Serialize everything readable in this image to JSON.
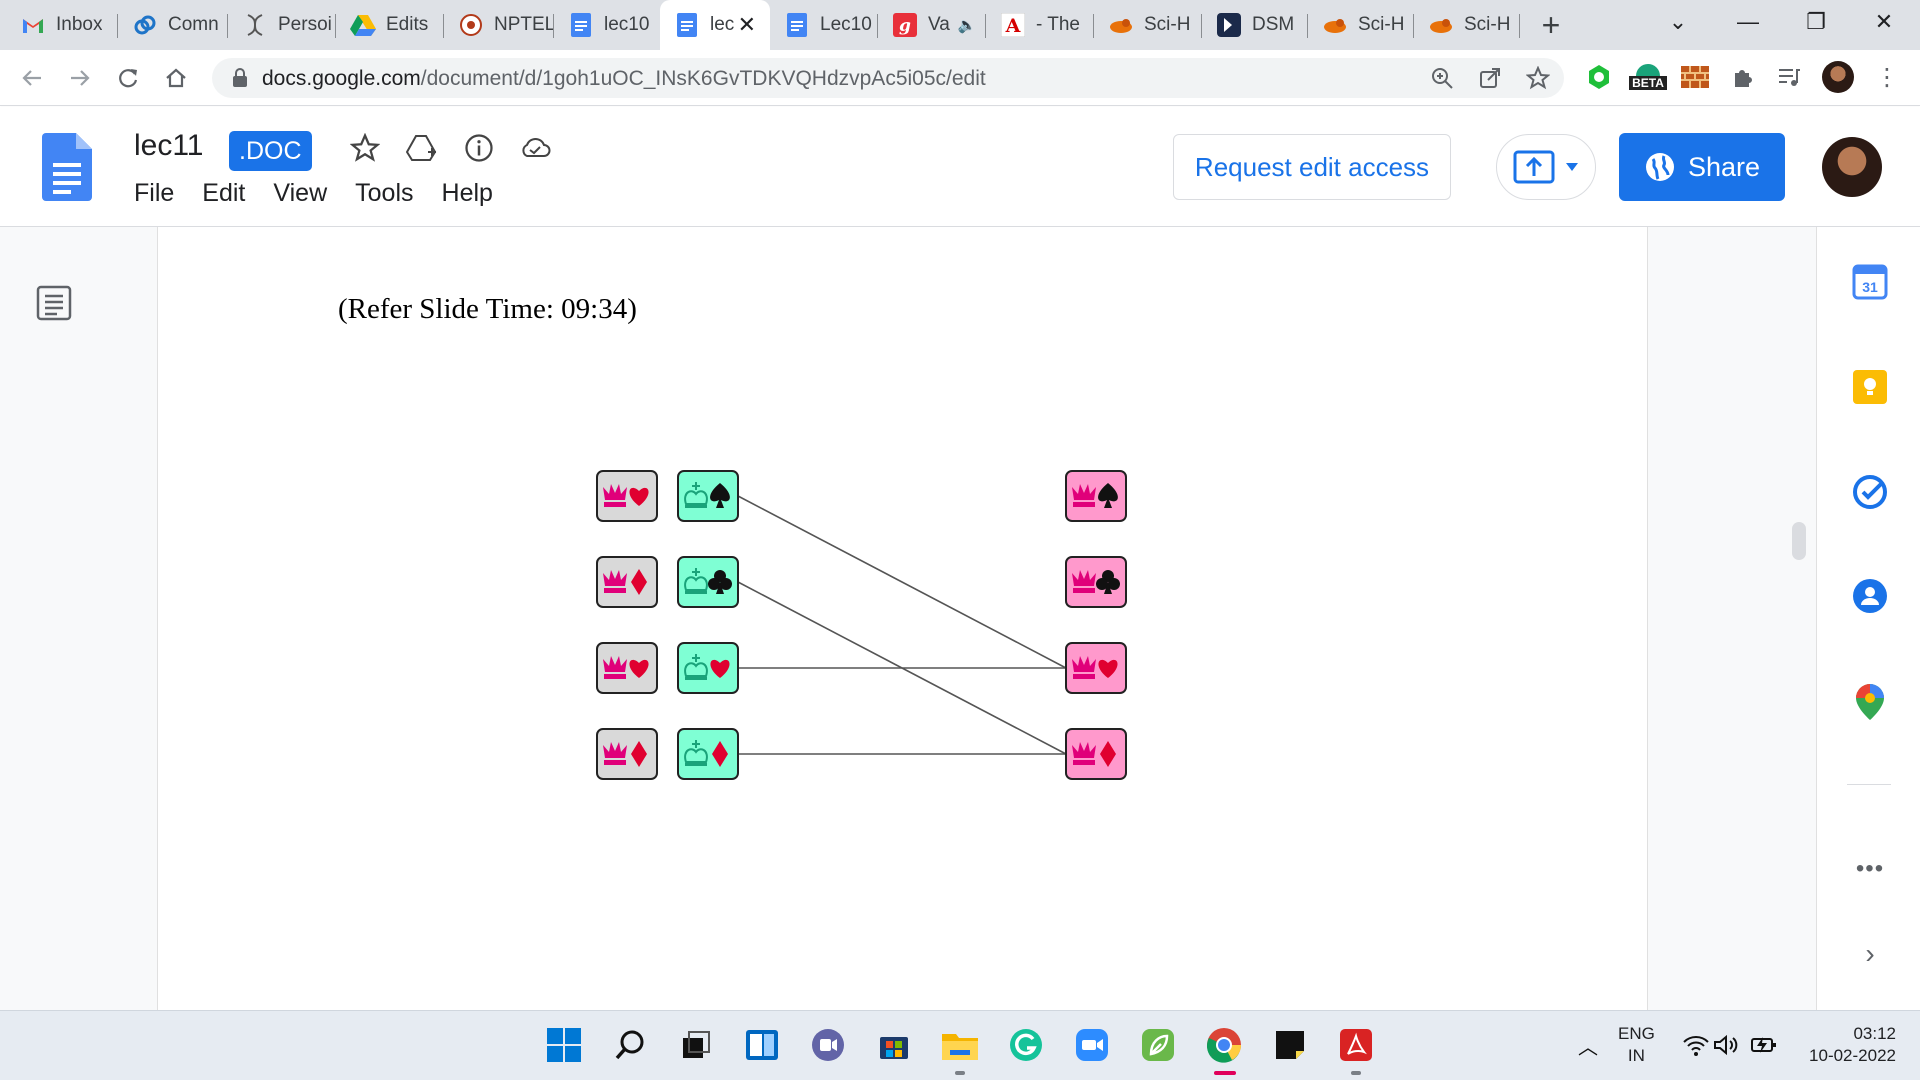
{
  "browser": {
    "tabs": [
      {
        "title": "Inbox",
        "icon": "gmail-icon"
      },
      {
        "title": "Comn",
        "icon": "chain-link-icon"
      },
      {
        "title": "Persoi",
        "icon": "dna-icon"
      },
      {
        "title": "Edits",
        "icon": "google-drive-icon"
      },
      {
        "title": "NPTEL",
        "icon": "nptel-icon"
      },
      {
        "title": "lec10",
        "icon": "google-docs-icon"
      },
      {
        "title": "lec",
        "icon": "google-docs-icon",
        "active": true
      },
      {
        "title": "Lec10",
        "icon": "google-docs-icon"
      },
      {
        "title": "Va",
        "icon": "g-letter-icon",
        "muted": true
      },
      {
        "title": "- The",
        "icon": "a-letter-icon"
      },
      {
        "title": "Sci-H",
        "icon": "crow-icon"
      },
      {
        "title": "DSM",
        "icon": "arrow-chevron-icon"
      },
      {
        "title": "Sci-H",
        "icon": "crow-icon"
      },
      {
        "title": "Sci-H",
        "icon": "crow-icon"
      }
    ],
    "new_tab_label": "+",
    "url_host": "docs.google.com",
    "url_path": "/document/d/1goh1uOC_INsK6GvTDKVQHdzvpAc5i05c/edit",
    "beta_badge": "BETA"
  },
  "docs": {
    "title": "lec11",
    "badge": ".DOC",
    "menu": [
      "File",
      "Edit",
      "View",
      "Tools",
      "Help"
    ],
    "request_edit_label": "Request edit access",
    "share_label": "Share"
  },
  "document": {
    "slide_reference": "(Refer Slide Time: 09:34)"
  },
  "diagram": {
    "left_column": [
      {
        "piece": "queen",
        "suit": "heart"
      },
      {
        "piece": "queen",
        "suit": "diamond"
      },
      {
        "piece": "queen",
        "suit": "heart"
      },
      {
        "piece": "queen",
        "suit": "diamond"
      }
    ],
    "middle_column": [
      {
        "piece": "king",
        "suit": "spade"
      },
      {
        "piece": "king",
        "suit": "club"
      },
      {
        "piece": "king",
        "suit": "heart"
      },
      {
        "piece": "king",
        "suit": "diamond"
      }
    ],
    "right_column": [
      {
        "piece": "queen",
        "suit": "spade"
      },
      {
        "piece": "queen",
        "suit": "club"
      },
      {
        "piece": "queen",
        "suit": "heart"
      },
      {
        "piece": "queen",
        "suit": "diamond"
      }
    ],
    "connections": [
      {
        "from_middle": 0,
        "to_right": 2
      },
      {
        "from_middle": 1,
        "to_right": 3
      },
      {
        "from_middle": 2,
        "to_right": 2
      },
      {
        "from_middle": 3,
        "to_right": 3
      }
    ],
    "colors": {
      "left_card": "#d9d9d9",
      "middle_card": "#7fffd4",
      "right_card": "#ff99cc",
      "queen_glyph": "#e0007a",
      "king_glyph": "#1aa37a",
      "red_suit": "#e00030",
      "black_suit": "#111111"
    }
  },
  "side_panel": [
    "calendar-icon",
    "keep-icon",
    "tasks-icon",
    "contacts-icon",
    "maps-icon"
  ],
  "taskbar": {
    "lang_line1": "ENG",
    "lang_line2": "IN",
    "time": "03:12",
    "date": "10-02-2022"
  },
  "colors": {
    "accent": "#1a73e8",
    "tabstrip": "#dee1e6"
  }
}
